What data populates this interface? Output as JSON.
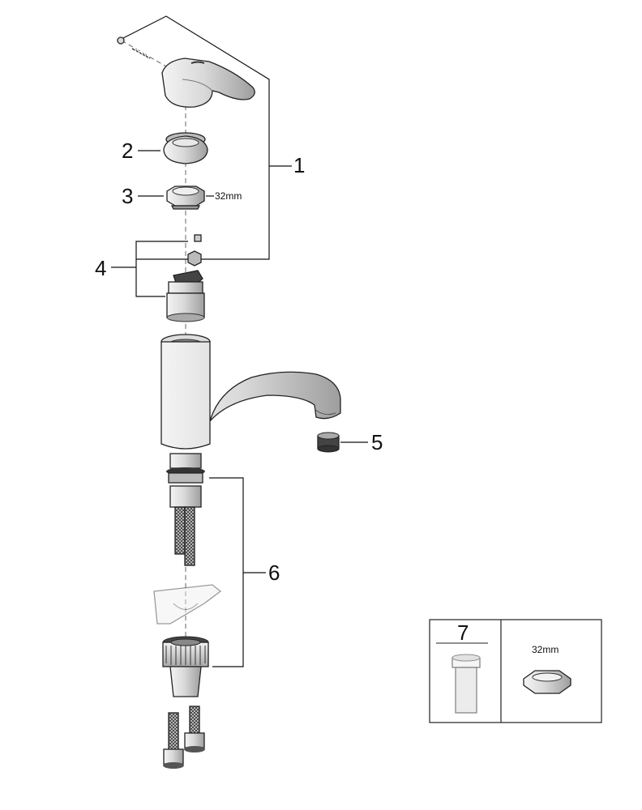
{
  "callouts": {
    "c1": "1",
    "c2": "2",
    "c3": "3",
    "c4": "4",
    "c5": "5",
    "c6": "6",
    "c7": "7"
  },
  "dimensions": {
    "nut_size": "32mm",
    "inset_nut_size": "32mm"
  },
  "icons": [
    "handle-icon",
    "cover-cap-icon",
    "nut-icon",
    "cartridge-icon",
    "aerator-icon",
    "faucet-body-icon",
    "hose-icon",
    "mounting-set-icon"
  ],
  "colors": {
    "line": "#222222",
    "metal_light": "#e6e6e6",
    "metal_mid": "#bdbdbd",
    "metal_dark": "#555555"
  }
}
